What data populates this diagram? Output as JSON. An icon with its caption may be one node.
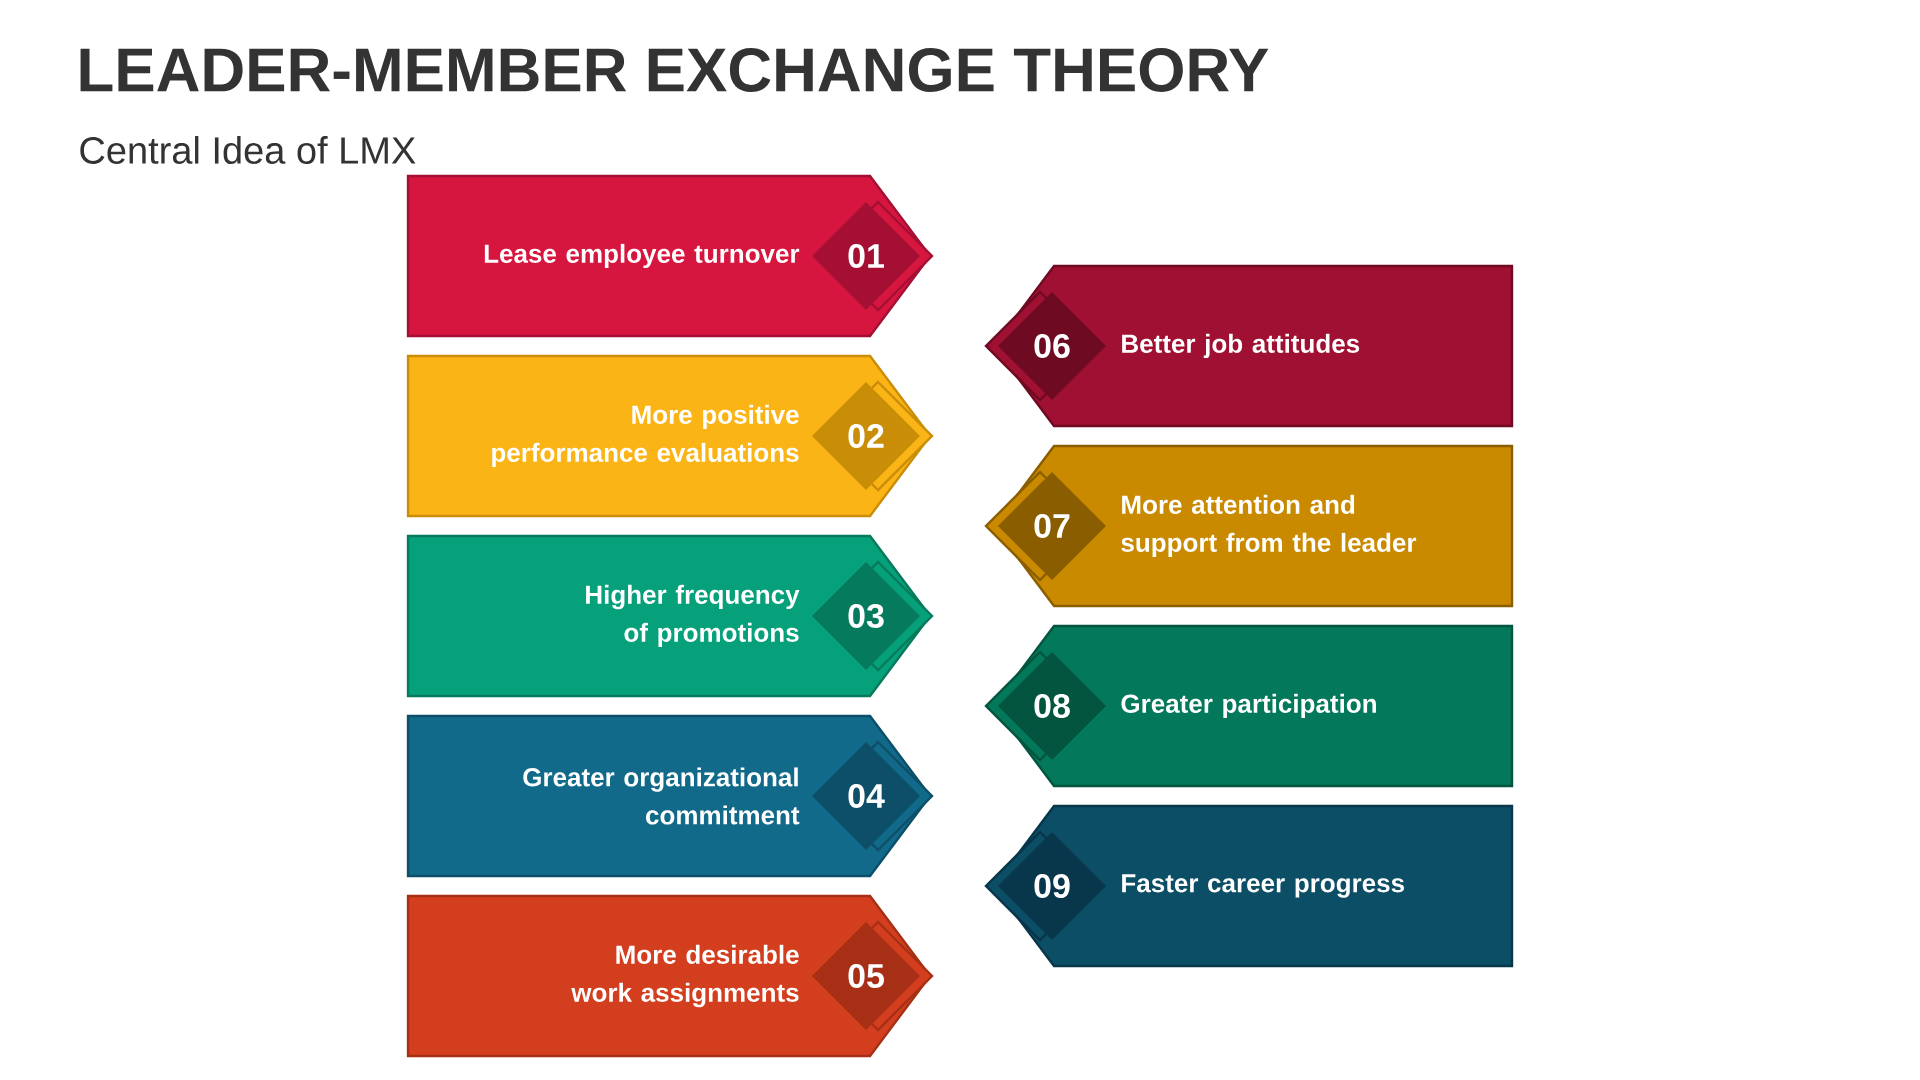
{
  "diagram": {
    "title": "LEADER-MEMBER EXCHANGE THEORY",
    "caption": "Central Idea of LMX",
    "nodes": [
      {
        "text": [
          "Lease employee turnover",
          "01"
        ]
      },
      {
        "text": [
          "More positive performance evaluations",
          "02"
        ]
      },
      {
        "text": [
          "Higher frequency of promotions",
          "03"
        ]
      },
      {
        "text": [
          "Greater organizational commitment",
          "04"
        ]
      },
      {
        "text": [
          "More desirable work assignments",
          "05"
        ]
      },
      {
        "text": [
          "06",
          "Better job attitudes"
        ]
      },
      {
        "text": [
          "07",
          "More attention and support from the leader"
        ]
      },
      {
        "text": [
          "08",
          "Greater participation"
        ]
      },
      {
        "text": [
          "09",
          "Faster career progress"
        ]
      }
    ]
  }
}
